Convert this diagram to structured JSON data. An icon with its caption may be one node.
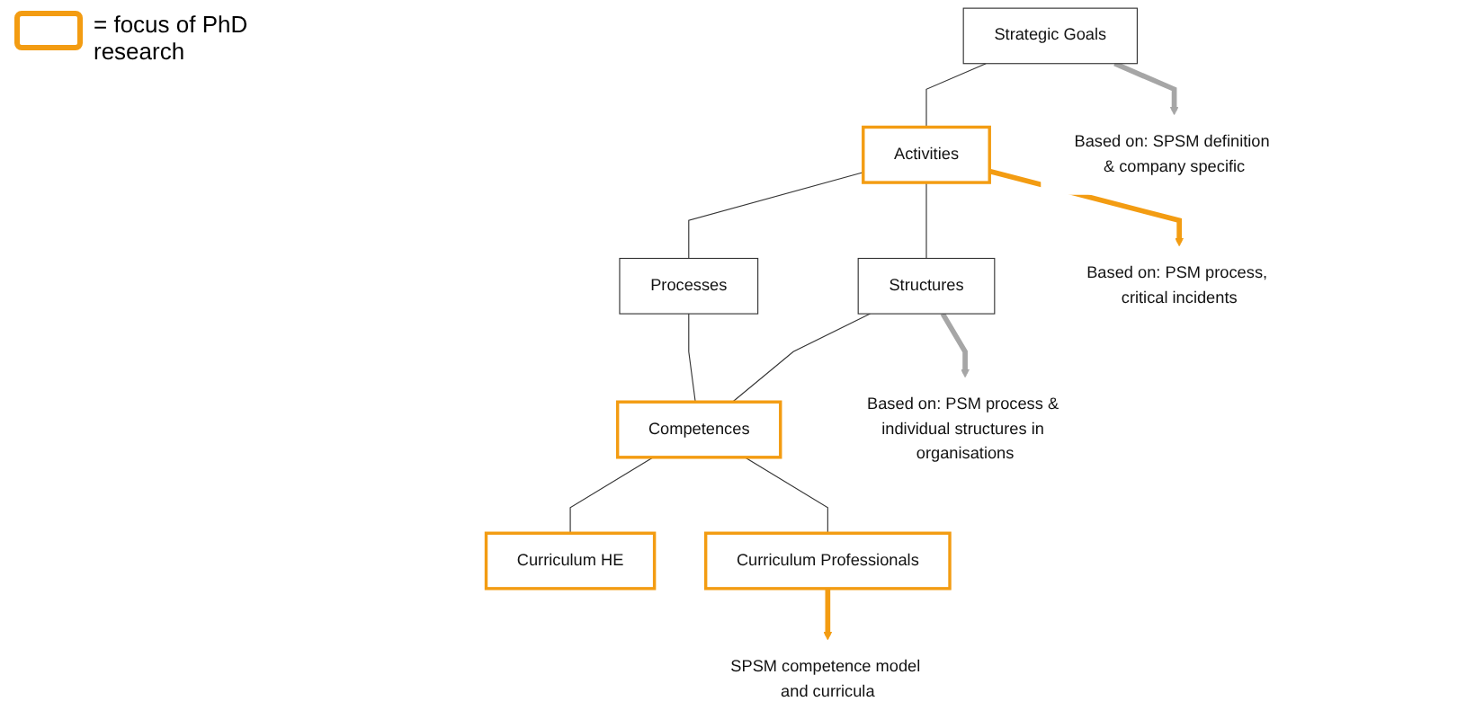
{
  "diagram": {
    "nodes": [
      {
        "text": [
          "Strategic Goals"
        ]
      },
      {
        "text": [
          "Activities"
        ]
      },
      {
        "text": [
          "Processes"
        ]
      },
      {
        "text": [
          "Structures"
        ]
      },
      {
        "text": [
          "Competences"
        ]
      },
      {
        "text": [
          "Curriculum HE"
        ]
      },
      {
        "text": [
          "Curriculum Professionals"
        ]
      },
      {
        "text": [
          "Based on: SPSM definition & company specific"
        ]
      },
      {
        "text": [
          "Based on: PSM process, critical incidents"
        ]
      },
      {
        "text": [
          "Based on: PSM process & individual structures in organisations"
        ]
      },
      {
        "text": [
          "SPSM competence model and curricula"
        ]
      }
    ],
    "edges": [
      {
        "from": 0,
        "to": 1,
        "arrow": "none"
      },
      {
        "from": 1,
        "to": 2,
        "arrow": "none"
      },
      {
        "from": 1,
        "to": 3,
        "arrow": "none"
      },
      {
        "from": 2,
        "to": 4,
        "arrow": "none"
      },
      {
        "from": 3,
        "to": 4,
        "arrow": "none"
      },
      {
        "from": 4,
        "to": 5,
        "arrow": "none"
      },
      {
        "from": 4,
        "to": 6,
        "arrow": "none"
      },
      {
        "from": 0,
        "to": 7,
        "arrow": "to",
        "style": "thick",
        "color": "#a6a6a6"
      },
      {
        "from": 1,
        "to": 8,
        "arrow": "to",
        "style": "thick",
        "color": "#f39c12"
      },
      {
        "from": 3,
        "to": 9,
        "arrow": "to",
        "style": "thick",
        "color": "#a6a6a6"
      },
      {
        "from": 6,
        "to": 10,
        "arrow": "to",
        "style": "thick",
        "color": "#f39c12"
      }
    ],
    "legend": [
      {
        "text": "= focus of PhD research"
      }
    ]
  }
}
